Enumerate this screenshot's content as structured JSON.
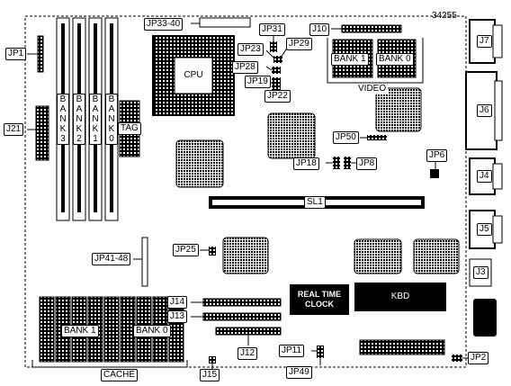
{
  "figure_number": "34255",
  "jumpers": {
    "jp1": "JP1",
    "j21": "J21",
    "jp33_40": "JP33-40",
    "jp31": "JP31",
    "jp23": "JP23",
    "jp29": "JP29",
    "jp28": "JP28",
    "jp19": "JP19",
    "jp22": "JP22",
    "j10": "J10",
    "jp50": "JP50",
    "jp18": "JP18",
    "jp8": "JP8",
    "jp6": "JP6",
    "jp25": "JP25",
    "jp41_48": "JP41-48",
    "j14": "J14",
    "j13": "J13",
    "j12": "J12",
    "jp11": "JP11",
    "jp49": "JP49",
    "j15": "J15",
    "jp2": "JP2"
  },
  "connectors": {
    "j7": "J7",
    "j6": "J6",
    "j4": "J4",
    "j5": "J5",
    "j3": "J3"
  },
  "components": {
    "cpu": "CPU",
    "tag": "TAG",
    "sl1": "SL1",
    "kbd": "KBD",
    "rtc_line1": "REAL TIME",
    "rtc_line2": "CLOCK"
  },
  "memory_banks": [
    "BANK 3",
    "BANK 2",
    "BANK 1",
    "BANK 0"
  ],
  "video": {
    "label": "VIDEO",
    "bank1": "BANK 1",
    "bank0": "BANK 0"
  },
  "cache": {
    "label": "CACHE",
    "bank1": "BANK 1",
    "bank0": "BANK 0"
  }
}
